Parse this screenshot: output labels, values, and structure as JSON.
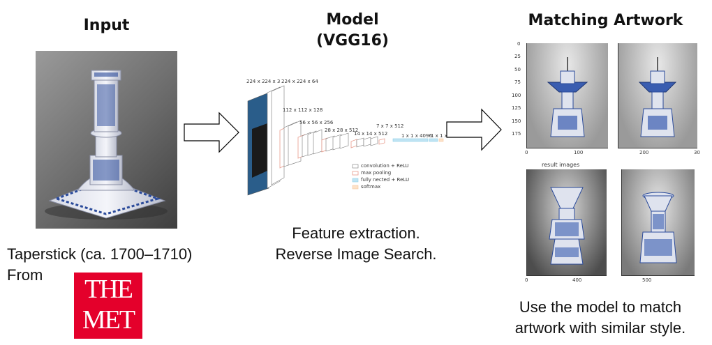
{
  "columns": {
    "input": "Input",
    "model_line1": "Model",
    "model_line2": "(VGG16)",
    "matching": "Matching Artwork"
  },
  "input": {
    "caption_line1": "Taperstick (ca. 1700–1710)",
    "caption_line2": "From",
    "logo_top": "THE",
    "logo_bottom": "MET"
  },
  "model": {
    "layer_labels": [
      "224 x 224 x 3",
      "224 x 224 x 64",
      "112 x 112 x 128",
      "56 x 56 x 256",
      "28 x 28 x 512",
      "14 x 14 x 512",
      "7 x 7 x 512",
      "1 x 1 x 4096",
      "1 x 1 x"
    ],
    "legend": [
      "convolution + ReLU",
      "max pooling",
      "fully nected + ReLU",
      "softmax"
    ],
    "caption_line1": "Feature extraction.",
    "caption_line2": "Reverse Image Search."
  },
  "results": {
    "y_ticks": [
      "0",
      "25",
      "50",
      "75",
      "100",
      "125",
      "150",
      "175"
    ],
    "x_ticks_top_left": [
      "0",
      "100"
    ],
    "x_ticks_top_right": [
      "200",
      "30"
    ],
    "subtitle": "result images",
    "x_ticks_bottom_left": [
      "0",
      "400"
    ],
    "x_ticks_bottom_right": [
      "500"
    ],
    "caption_line1": "Use the model to match",
    "caption_line2": "artwork with similar style."
  },
  "colors": {
    "conv": "#cccccc",
    "pool": "#e89a8a",
    "fc": "#8fd0ea",
    "softmax": "#f5c9a0",
    "met_red": "#e4002b",
    "porcelain_blue": "#2a4a9a"
  }
}
